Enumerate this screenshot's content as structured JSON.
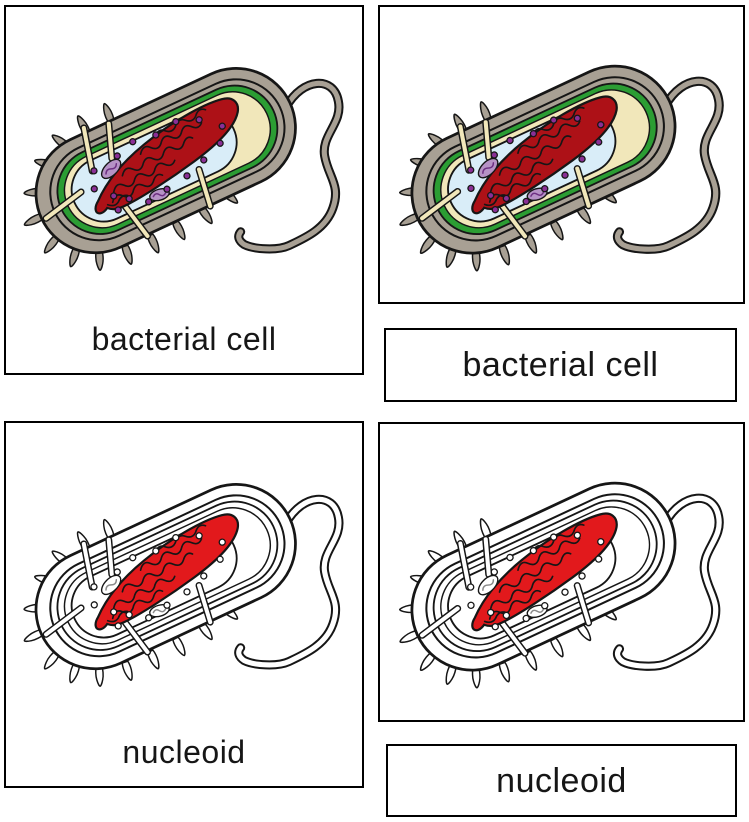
{
  "page": {
    "background": "#ffffff"
  },
  "labels": {
    "top_left": "bacterial cell",
    "top_right": "bacterial cell",
    "bottom_left": "nucleoid",
    "bottom_right": "nucleoid"
  },
  "cards": [
    {
      "position": "top-left",
      "kind": "picture-card-with-label",
      "illustration": "bacterial-cell-colored-cutaway",
      "label": "bacterial cell"
    },
    {
      "position": "top-right",
      "kind": "picture-card",
      "illustration": "bacterial-cell-colored-cutaway"
    },
    {
      "position": "top-right-below",
      "kind": "label-card",
      "label": "bacterial cell"
    },
    {
      "position": "bottom-left",
      "kind": "picture-card-with-label",
      "illustration": "bacterial-cell-outline-nucleoid-highlighted",
      "label": "nucleoid"
    },
    {
      "position": "bottom-right",
      "kind": "picture-card",
      "illustration": "bacterial-cell-outline-nucleoid-highlighted"
    },
    {
      "position": "bottom-right-below",
      "kind": "label-card",
      "label": "nucleoid"
    }
  ],
  "colors": {
    "background": "#ffffff",
    "card_border": "#000000",
    "ink": "#161616",
    "capsule": "#a8a094",
    "green": "#2b9d33",
    "cream": "#f1e7ba",
    "cytoplasm": "#d9edf8",
    "nucleoid_red": "#ad1117",
    "nucleoid_bright": "#e2191c",
    "ribosome": "#8a2f96",
    "plasmid": "#b692c6",
    "plasmid_line": "#6d2f82"
  }
}
